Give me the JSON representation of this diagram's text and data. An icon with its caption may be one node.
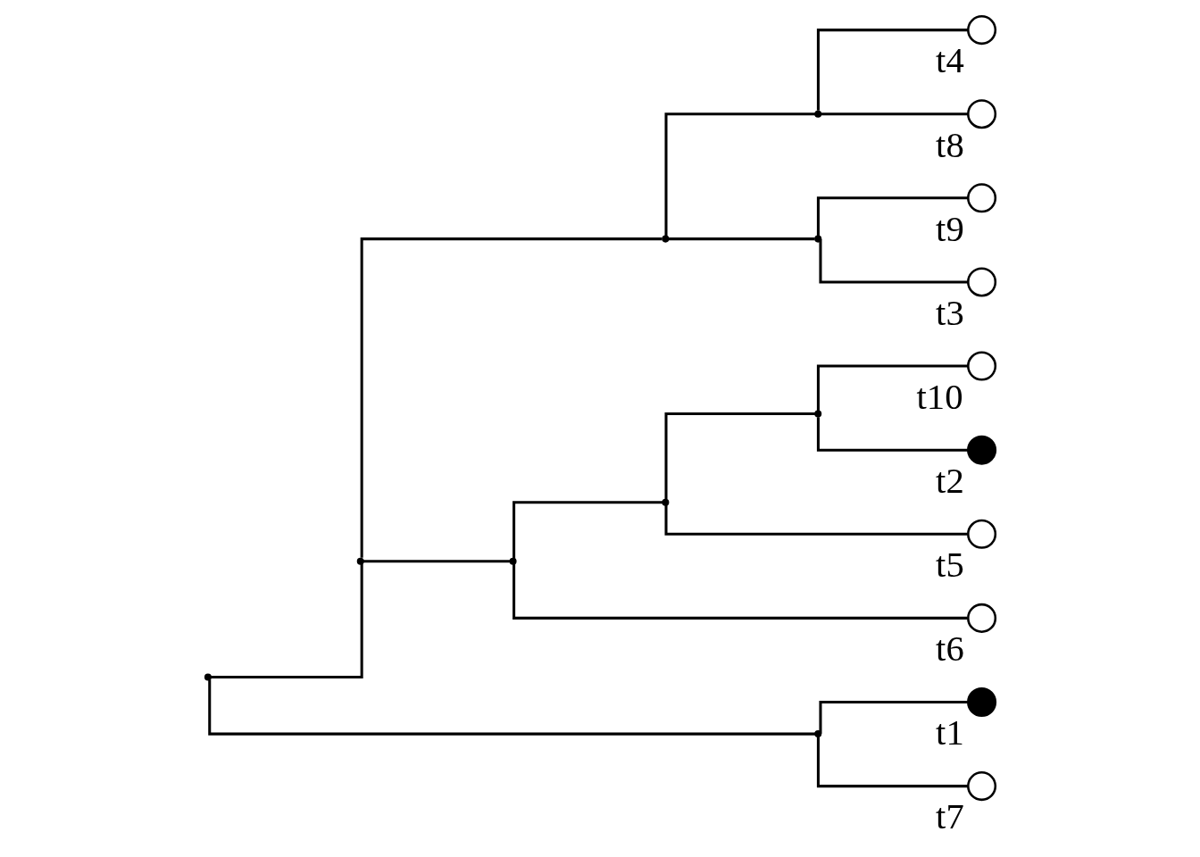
{
  "diagram": {
    "nodes": [
      {
        "text": [],
        "shape": "point"
      },
      {
        "text": [],
        "shape": "point"
      },
      {
        "text": [],
        "shape": "point"
      },
      {
        "text": [],
        "shape": "point"
      },
      {
        "text": [],
        "shape": "circle",
        "beside": [
          "t4"
        ]
      },
      {
        "text": [],
        "shape": "circle",
        "beside": [
          "t8"
        ]
      },
      {
        "text": [],
        "shape": "point"
      },
      {
        "text": [],
        "shape": "circle",
        "beside": [
          "t9"
        ]
      },
      {
        "text": [],
        "shape": "circle",
        "beside": [
          "t3"
        ]
      },
      {
        "text": [],
        "shape": "point"
      },
      {
        "text": [],
        "shape": "point"
      },
      {
        "text": [],
        "shape": "point"
      },
      {
        "text": [],
        "shape": "circle",
        "beside": [
          "t10"
        ]
      },
      {
        "text": [],
        "shape": "dot",
        "beside": [
          "t2"
        ]
      },
      {
        "text": [],
        "shape": "circle",
        "beside": [
          "t5"
        ]
      },
      {
        "text": [],
        "shape": "circle",
        "beside": [
          "t6"
        ]
      },
      {
        "text": [],
        "shape": "point"
      },
      {
        "text": [],
        "shape": "dot",
        "beside": [
          "t1"
        ]
      },
      {
        "text": [],
        "shape": "circle",
        "beside": [
          "t7"
        ]
      }
    ],
    "edges": [
      {
        "from": 0,
        "to": 1,
        "arrow": "none"
      },
      {
        "from": 1,
        "to": 2,
        "arrow": "none"
      },
      {
        "from": 2,
        "to": 3,
        "arrow": "none"
      },
      {
        "from": 3,
        "to": 4,
        "arrow": "none"
      },
      {
        "from": 3,
        "to": 5,
        "arrow": "none"
      },
      {
        "from": 2,
        "to": 6,
        "arrow": "none"
      },
      {
        "from": 6,
        "to": 7,
        "arrow": "none"
      },
      {
        "from": 6,
        "to": 8,
        "arrow": "none"
      },
      {
        "from": 1,
        "to": 9,
        "arrow": "none"
      },
      {
        "from": 9,
        "to": 10,
        "arrow": "none"
      },
      {
        "from": 10,
        "to": 11,
        "arrow": "none"
      },
      {
        "from": 11,
        "to": 12,
        "arrow": "none"
      },
      {
        "from": 11,
        "to": 13,
        "arrow": "none"
      },
      {
        "from": 10,
        "to": 14,
        "arrow": "none"
      },
      {
        "from": 9,
        "to": 15,
        "arrow": "none"
      },
      {
        "from": 0,
        "to": 16,
        "arrow": "none"
      },
      {
        "from": 16,
        "to": 17,
        "arrow": "none"
      },
      {
        "from": 16,
        "to": 18,
        "arrow": "none"
      }
    ]
  }
}
